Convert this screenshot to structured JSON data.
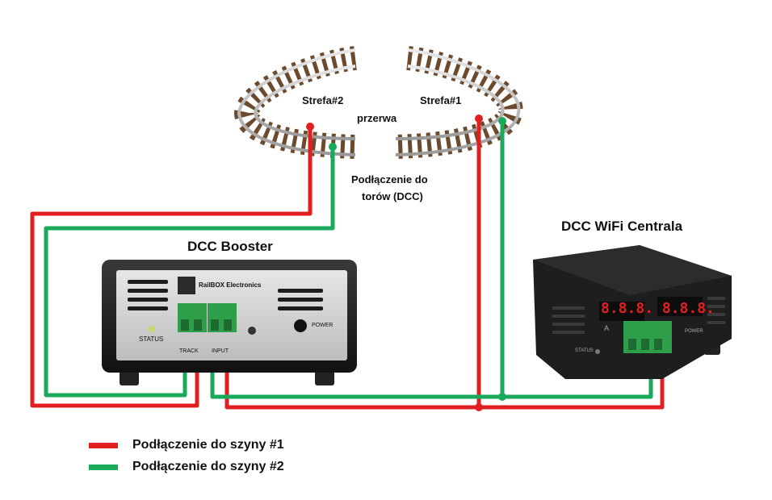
{
  "labels": {
    "zone2": "Strefa#2",
    "zone1": "Strefa#1",
    "gap": "przerwa",
    "track_connection_line1": "Podłączenie do",
    "track_connection_line2": "torów (DCC)",
    "booster_title": "DCC Booster",
    "central_title": "DCC WiFi Centrala"
  },
  "booster": {
    "brand": "RailBOX Electronics",
    "status": "STATUS",
    "power": "POWER",
    "track": "TRACK",
    "input": "INPUT"
  },
  "central": {
    "display": "8.8.8.  8.8.8.",
    "unit": "A",
    "status": "STATUS",
    "power": "POWER"
  },
  "legend": [
    {
      "label": "Podłączenie do szyny #1",
      "color": "#e02020"
    },
    {
      "label": "Podłączenie do szyny #2",
      "color": "#1aa85a"
    }
  ],
  "colors": {
    "rail1": "#e02020",
    "rail2": "#1aa85a"
  }
}
